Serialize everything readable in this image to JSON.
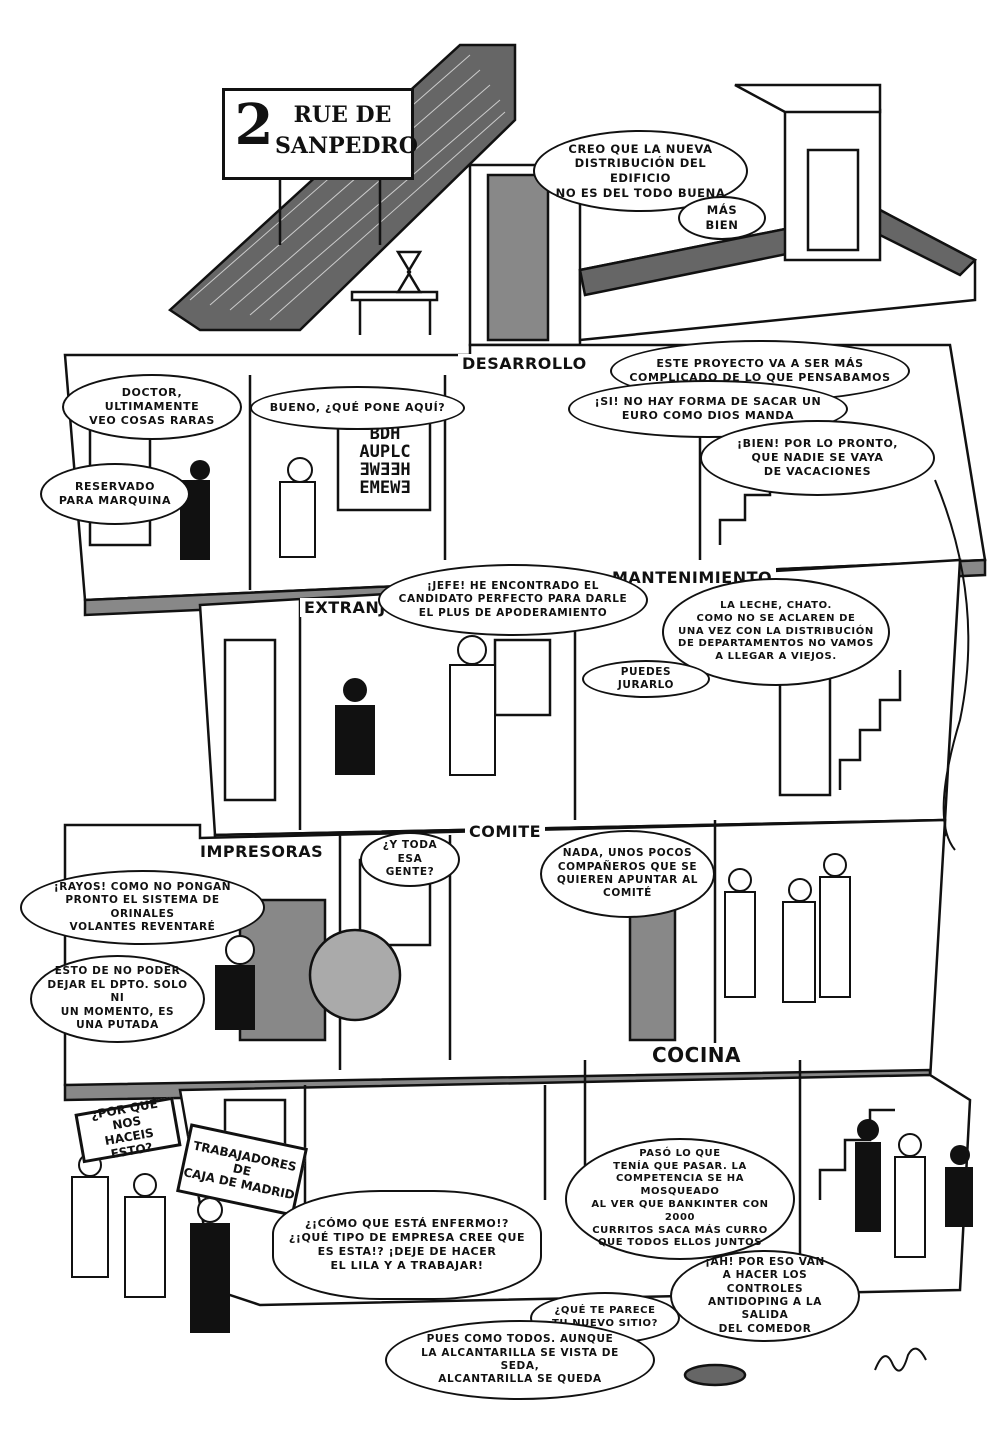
{
  "signs": {
    "address_number": "2",
    "address_street": "RUE DE\nSANPEDRO",
    "protest_1": "¿POR QUÉ NOS\nHACEIS ESTO?",
    "protest_2": "TRABAJADORES\nDE\nCAJA DE MADRID"
  },
  "room_labels": {
    "desarrollo": "DESARROLLO",
    "mantenimiento": "MANTENIMIENTO",
    "extranjero": "EXTRANJE",
    "impresoras": "IMPRESORAS",
    "comite": "COMITE",
    "cocina": "COCINA"
  },
  "eye_chart": "BDH\nAUPLC\nƎWƎƎH\nEMEWƎ",
  "bubbles": {
    "roof_1": "CREO QUE LA NUEVA\nDISTRIBUCIÓN DEL EDIFICIO\nNO ES DEL TODO BUENA",
    "roof_2": "MÁS BIEN",
    "doctor_1": "DOCTOR, ULTIMAMENTE\nVEO COSAS RARAS",
    "doctor_2": "BUENO, ¿QUÉ PONE AQUÍ?",
    "reservado": "RESERVADO\nPARA MARQUINA",
    "desarrollo_1": "ESTE PROYECTO VA A SER MÁS\nCOMPLICADO DE LO QUE PENSABAMOS",
    "desarrollo_2": "¡SI! NO HAY FORMA DE SACAR UN\nEURO COMO DIOS MANDA",
    "desarrollo_3": "¡BIEN! POR LO PRONTO,\nQUE NADIE SE VAYA\nDE VACACIONES",
    "jefe": "¡JEFE! HE ENCONTRADO EL\nCANDIDATO PERFECTO PARA DARLE\nEL PLUS DE APODERAMIENTO",
    "leche": "LA LECHE, CHATO.\nCOMO NO SE ACLAREN DE\nUNA VEZ CON LA DISTRIBUCIÓN\nDE DEPARTAMENTOS NO VAMOS\nA LLEGAR A VIEJOS.",
    "jurarlo": "PUEDES JURARLO",
    "rayos": "¡RAYOS! COMO NO PONGAN\nPRONTO EL SISTEMA DE ORINALES\nVOLANTES REVENTARÉ",
    "dpto": "ESTO DE NO PODER\nDEJAR EL DPTO. SOLO NI\nUN MOMENTO, ES\nUNA PUTADA",
    "gente": "¿Y TODA\nESA GENTE?",
    "comite_reply": "NADA, UNOS POCOS\nCOMPAÑEROS QUE SE\nQUIEREN APUNTAR AL\nCOMITÉ",
    "enfermo": "¿¡CÓMO QUE ESTÁ ENFERMO!?\n¿¡QUÉ TIPO DE EMPRESA CREE QUE\nES ESTA!? ¡DEJE DE HACER\nEL LILA Y A TRABAJAR!",
    "bankinter": "PASÓ LO QUE\nTENÍA QUE PASAR. LA\nCOMPETENCIA SE HA MOSQUEADO\nAL VER QUE BANKINTER CON 2000\nCURRITOS SACA MÁS CURRO\nQUE TODOS ELLOS JUNTOS",
    "antidoping": "¡AH! POR ESO VAN\nA HACER LOS CONTROLES\nANTIDOPING A LA SALIDA\nDEL COMEDOR",
    "sitio": "¿QUÉ TE PARECE\nTU NUEVO SITIO?",
    "alcantarilla": "PUES COMO TODOS. AUNQUE\nLA ALCANTARILLA SE VISTA DE SEDA,\nALCANTARILLA SE QUEDA"
  },
  "colors": {
    "ink": "#111111",
    "paper": "#ffffff",
    "roof": "#5a5a5a",
    "shade": "#9a9a9a"
  }
}
